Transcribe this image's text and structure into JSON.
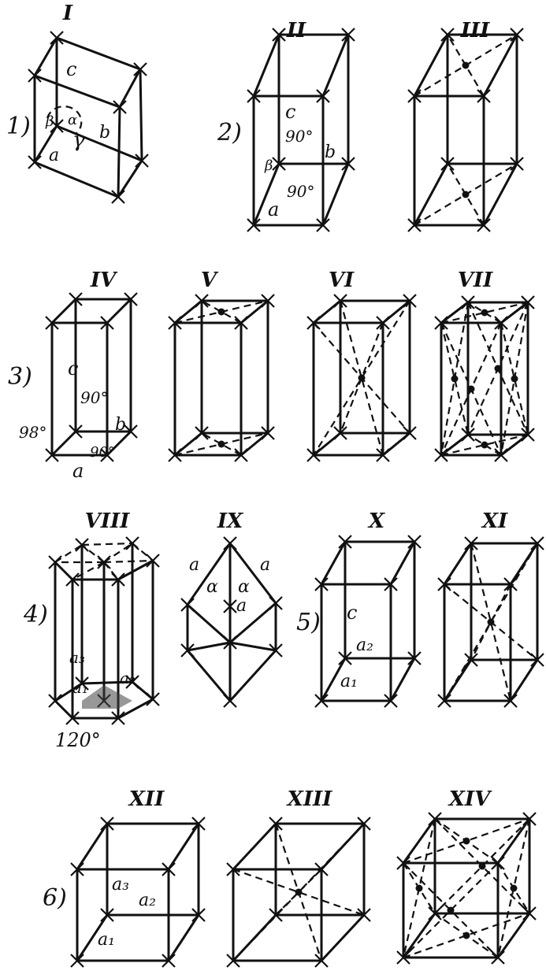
{
  "lattices": [
    {
      "numeral": "I"
    },
    {
      "numeral": "II"
    },
    {
      "numeral": "III"
    },
    {
      "numeral": "IV"
    },
    {
      "numeral": "V"
    },
    {
      "numeral": "VI"
    },
    {
      "numeral": "VII"
    },
    {
      "numeral": "VIII"
    },
    {
      "numeral": "IX"
    },
    {
      "numeral": "X"
    },
    {
      "numeral": "XI"
    },
    {
      "numeral": "XII"
    },
    {
      "numeral": "XIII"
    },
    {
      "numeral": "XIV"
    }
  ],
  "systems": [
    "1)",
    "2)",
    "3)",
    "4)",
    "5)",
    "6)"
  ],
  "labels": {
    "a": "a",
    "b": "b",
    "c": "c",
    "alpha": "α",
    "beta": "β",
    "gamma": "γ",
    "deg90": "90°",
    "deg98": "98°",
    "deg120": "120°",
    "a1": "a₁",
    "a2": "a₂",
    "a3": "a₃"
  }
}
